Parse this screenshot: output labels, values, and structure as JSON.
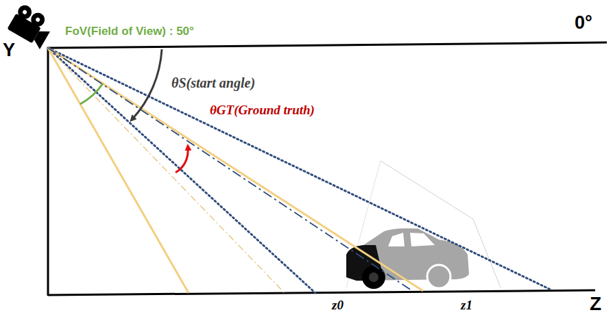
{
  "diagram": {
    "labels": [
      "FoV(Field of View) : 50°",
      "0°",
      "θS(start angle)",
      "θGT(Ground truth)",
      "Y",
      "Z",
      "z0",
      "z1"
    ]
  }
}
